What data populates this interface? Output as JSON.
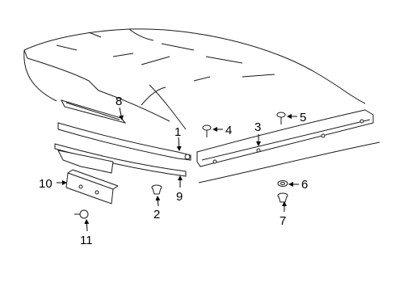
{
  "callouts": {
    "c1": "1",
    "c2": "2",
    "c3": "3",
    "c4": "4",
    "c5": "5",
    "c6": "6",
    "c7": "7",
    "c8": "8",
    "c9": "9",
    "c10": "10",
    "c11": "11"
  },
  "colors": {
    "line": "#1a1a1a",
    "background": "#ffffff"
  }
}
